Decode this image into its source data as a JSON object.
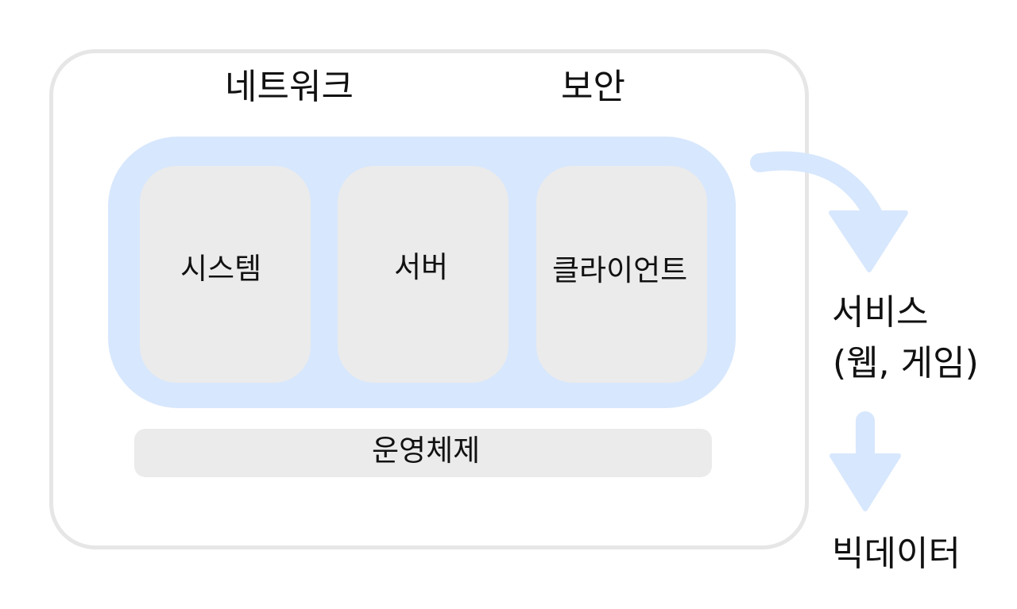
{
  "diagram": {
    "outer_labels": {
      "network": "네트워크",
      "security": "보안"
    },
    "tiles": {
      "system": "시스템",
      "server": "서버",
      "client": "클라이언트"
    },
    "os": "운영체제",
    "side": {
      "service": "서비스",
      "service_sub": "(웹, 게임)",
      "bigdata": "빅데이터"
    },
    "colors": {
      "outer_border": "#e6e6e6",
      "inner_fill": "#d7e7fd",
      "tile_fill": "#ebebeb",
      "arrow_fill": "#d7e7fd"
    }
  }
}
